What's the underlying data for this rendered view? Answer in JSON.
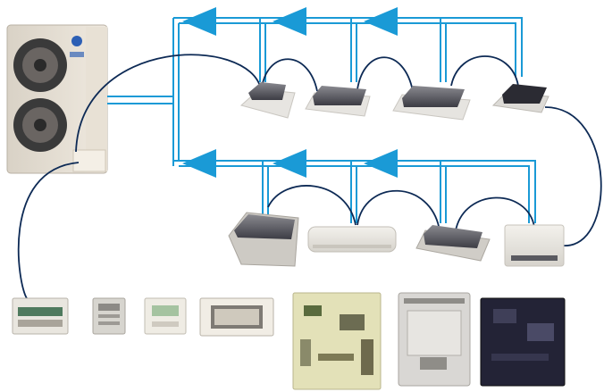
{
  "diagram": {
    "colors": {
      "refrigerant_pipe": "#1a9ad6",
      "flow_arrow": "#1a9ad6",
      "signal_wire": "#0d2a55",
      "background": "#ffffff"
    },
    "pipe_rows": [
      {
        "name": "upper-indoor-row",
        "arrow_count": 3,
        "flow_direction": "toward-outdoor-unit"
      },
      {
        "name": "lower-indoor-row",
        "arrow_count": 3,
        "flow_direction": "toward-outdoor-unit"
      }
    ],
    "components": {
      "outdoor_unit": {
        "kind": "outdoor-unit"
      },
      "upper_indoor_units": [
        {
          "kind": "cassette-indoor-unit"
        },
        {
          "kind": "cassette-indoor-unit"
        },
        {
          "kind": "cassette-indoor-unit"
        },
        {
          "kind": "cassette-indoor-unit"
        }
      ],
      "lower_indoor_units": [
        {
          "kind": "ducted-indoor-unit"
        },
        {
          "kind": "wall-mounted-indoor-unit"
        },
        {
          "kind": "ceiling-suspended-indoor-unit"
        },
        {
          "kind": "floor-standing-indoor-unit"
        }
      ],
      "controllers": [
        {
          "kind": "central-controller"
        },
        {
          "kind": "wired-remote-controller"
        },
        {
          "kind": "simple-remote-controller"
        },
        {
          "kind": "touch-panel-controller"
        },
        {
          "kind": "interface-pcb"
        },
        {
          "kind": "adapter-box"
        },
        {
          "kind": "control-board"
        }
      ]
    }
  }
}
